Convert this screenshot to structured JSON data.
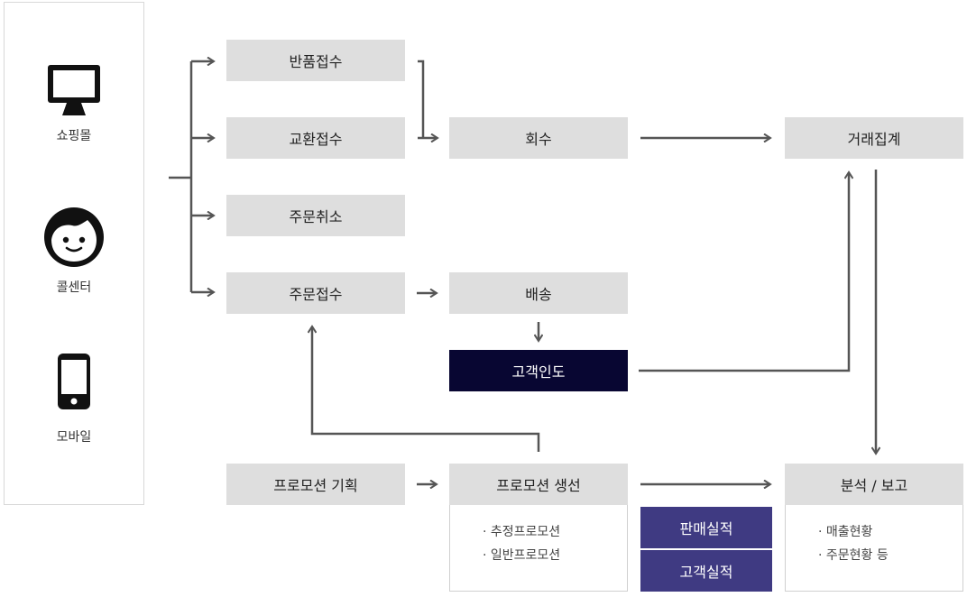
{
  "sources": [
    {
      "icon": "monitor-icon",
      "label": "쇼핑몰"
    },
    {
      "icon": "person-face-icon",
      "label": "콜센터"
    },
    {
      "icon": "mobile-phone-icon",
      "label": "모바일"
    }
  ],
  "intake": {
    "return": "반품접수",
    "exchange": "교환접수",
    "cancel": "주문취소",
    "order": "주문접수"
  },
  "collect": "회수",
  "shipping": "배송",
  "delivery": "고객인도",
  "aggregate": "거래집계",
  "promo_plan": "프로모션 기획",
  "promo_create": "프로모션 생선",
  "promo_types": [
    "추정프로모션",
    "일반프로모션"
  ],
  "sales_result": "판매실적",
  "customer_result": "고객실적",
  "report": "분석 / 보고",
  "report_items": [
    "매출현황",
    "주문현황 등"
  ]
}
